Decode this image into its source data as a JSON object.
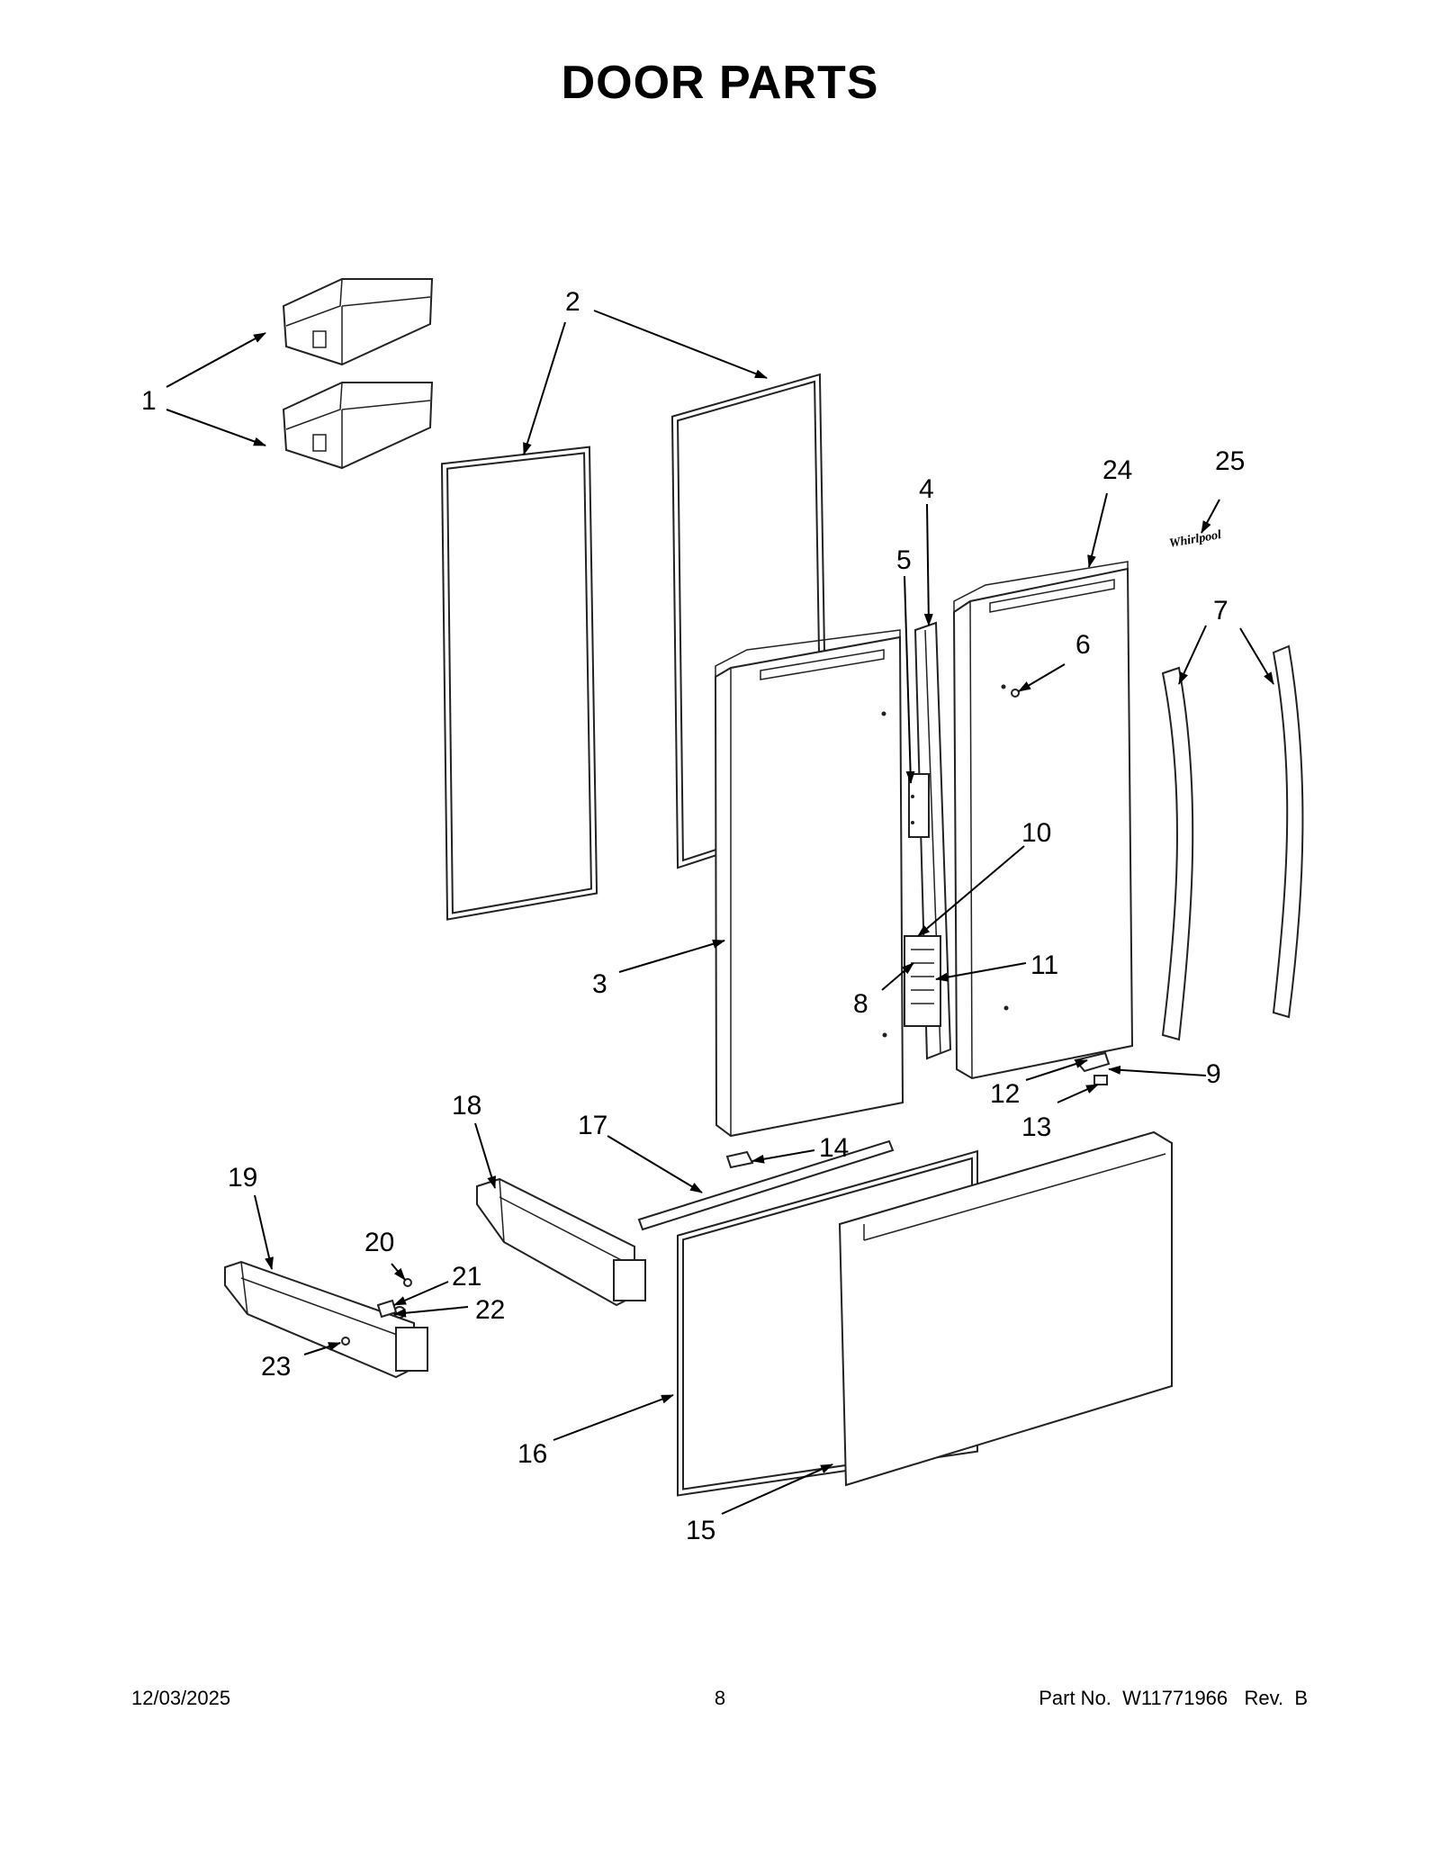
{
  "title": "DOOR PARTS",
  "callouts": [
    "1",
    "2",
    "3",
    "4",
    "5",
    "6",
    "7",
    "8",
    "9",
    "10",
    "11",
    "12",
    "13",
    "14",
    "15",
    "16",
    "17",
    "18",
    "19",
    "20",
    "21",
    "22",
    "23",
    "24",
    "25"
  ],
  "logo_text": "Whirlpool",
  "footer": {
    "date": "12/03/2025",
    "page": "8",
    "part_number": "Part No.  W11771966   Rev.  B"
  }
}
